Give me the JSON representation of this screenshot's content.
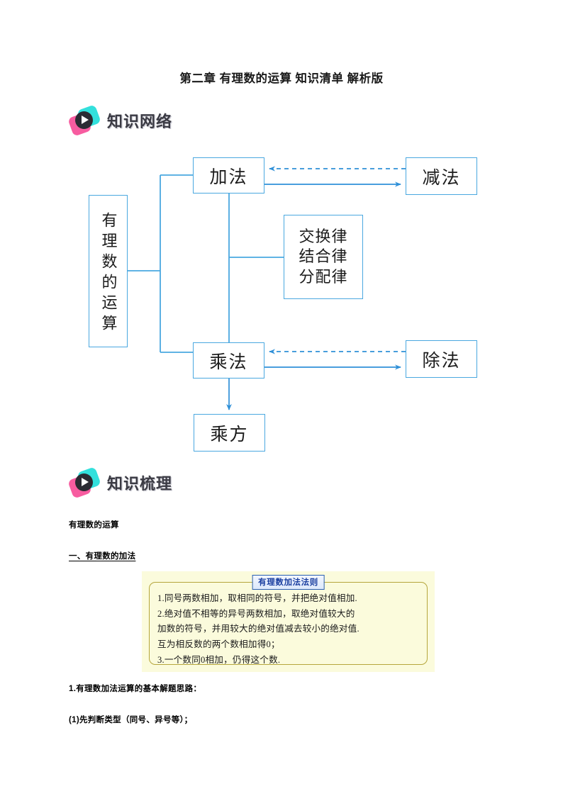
{
  "document": {
    "title": "第二章 有理数的运算 知识清单 解析版"
  },
  "sections": [
    {
      "id": "knowledge-network",
      "badge_label": "知识网络",
      "icon": "play-button-icon"
    },
    {
      "id": "knowledge-review",
      "badge_label": "知识梳理",
      "icon": "play-button-icon"
    }
  ],
  "mindmap": {
    "accent_color": "#4aa8e0",
    "nodes": {
      "root": "有理数的运算",
      "addition": "加法",
      "subtraction": "减法",
      "multiplication": "乘法",
      "division": "除法",
      "power": "乘方",
      "laws": [
        "交换律",
        "结合律",
        "分配律"
      ]
    },
    "edges": [
      {
        "from": "root",
        "to": "addition",
        "style": "solid",
        "arrow": "none"
      },
      {
        "from": "root",
        "to": "multiplication",
        "style": "solid",
        "arrow": "none"
      },
      {
        "from": "addition",
        "to": "laws",
        "style": "solid",
        "arrow": "none"
      },
      {
        "from": "addition",
        "to": "subtraction",
        "style": "solid",
        "arrow": "end"
      },
      {
        "from": "subtraction",
        "to": "addition",
        "style": "dashed",
        "arrow": "end"
      },
      {
        "from": "multiplication",
        "to": "division",
        "style": "solid",
        "arrow": "end"
      },
      {
        "from": "division",
        "to": "multiplication",
        "style": "dashed",
        "arrow": "end"
      },
      {
        "from": "multiplication",
        "to": "power",
        "style": "solid",
        "arrow": "end"
      }
    ]
  },
  "content": {
    "heading_topic": "有理数的运算",
    "heading_section": "一、有理数的加法",
    "rule_card": {
      "title": "有理数加法法则",
      "background_color": "#fbfbdc",
      "border_color": "#b5a63c",
      "title_color": "#1a3fa0",
      "rules": [
        "1.同号两数相加，取相同的符号，并把绝对值相加.",
        "2.绝对值不相等的异号两数相加，取绝对值较大的",
        "加数的符号，并用较大的绝对值减去较小的绝对值.",
        "互为相反数的两个数相加得0；",
        "3.一个数同0相加，仍得这个数."
      ]
    },
    "after_card": [
      "1.有理数加法运算的基本解题思路：",
      "(1)先判断类型（同号、异号等）；"
    ]
  }
}
